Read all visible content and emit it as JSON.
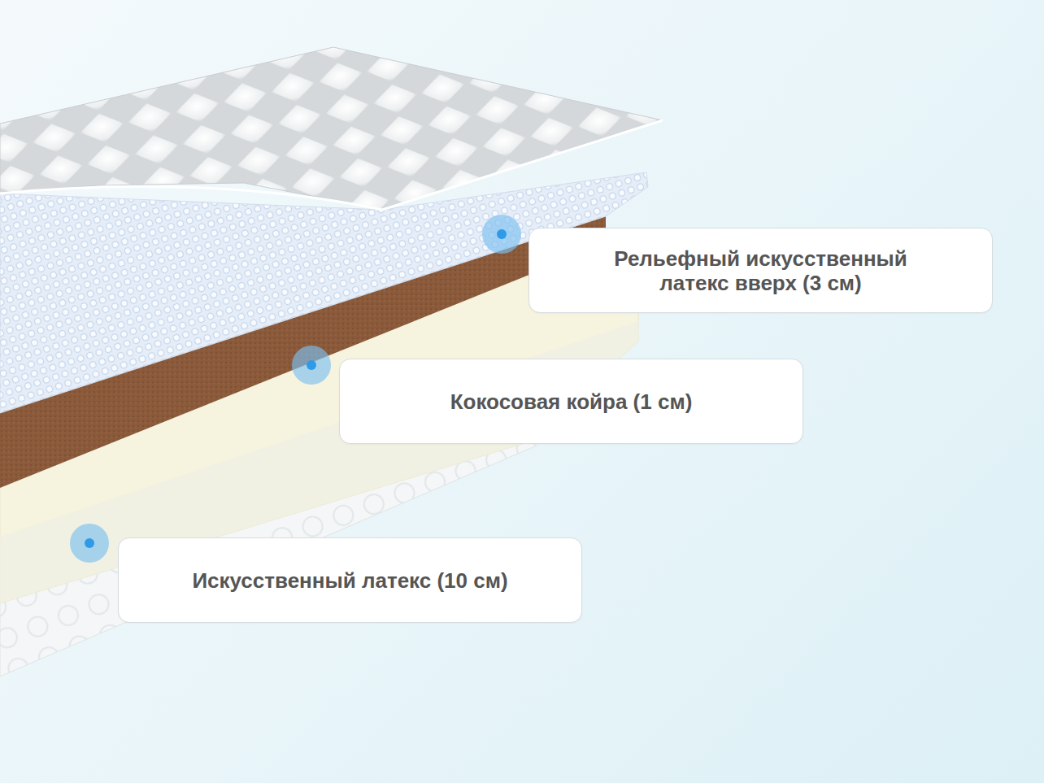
{
  "diagram": {
    "nodes": [
      {
        "text": [
          "Рельефный искусственный латекс вверх (3 см)"
        ]
      },
      {
        "text": [
          "Кокосовая койра (1 см)"
        ]
      },
      {
        "text": [
          "Искусственный латекс (10 см)"
        ]
      }
    ]
  }
}
